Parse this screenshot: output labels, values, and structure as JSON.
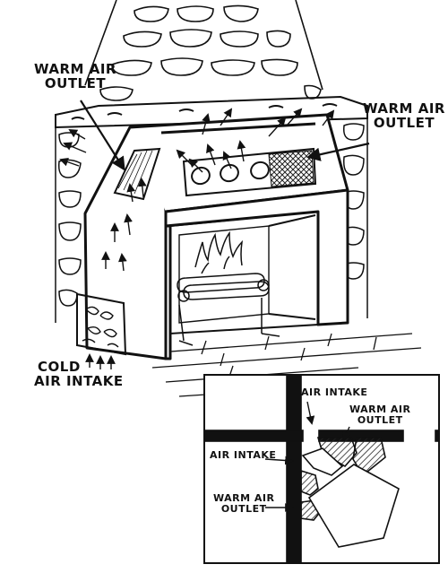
{
  "main": {
    "labels": {
      "warm_outlet_left": [
        "WARM AIR",
        "OUTLET"
      ],
      "warm_outlet_right": [
        "WARM AIR",
        "OUTLET"
      ],
      "cold_intake": [
        "COLD",
        "AIR INTAKE"
      ]
    }
  },
  "inset": {
    "labels": {
      "air_intake_top": "AIR INTAKE",
      "warm_outlet": [
        "WARM AIR",
        "OUTLET"
      ],
      "air_intake_left": "AIR INTAKE",
      "warm_outlet_bottom": [
        "WARM AIR",
        "OUTLET"
      ]
    }
  },
  "colors": {
    "ink": "#111111",
    "paper": "#ffffff",
    "hatch": "#222222"
  }
}
